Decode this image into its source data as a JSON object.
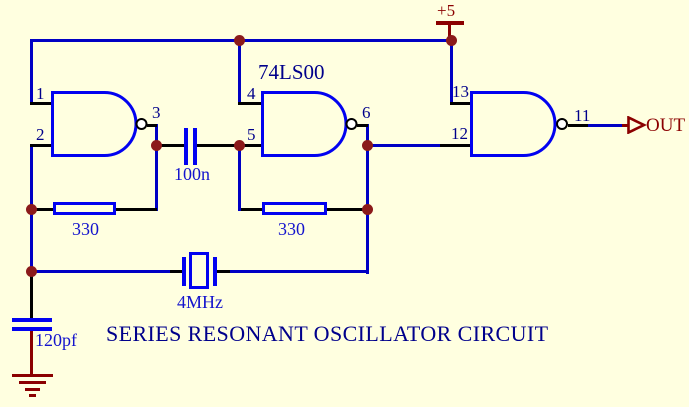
{
  "title": "SERIES RESONANT OSCILLATOR CIRCUIT",
  "chip": {
    "label": "74LS00"
  },
  "power": {
    "label": "+5"
  },
  "out_port": {
    "label": "OUT"
  },
  "pins": {
    "p1": "1",
    "p2": "2",
    "p3": "3",
    "p4": "4",
    "p5": "5",
    "p6": "6",
    "p13": "13",
    "p12": "12",
    "p11": "11"
  },
  "components": {
    "coupling_capacitor": {
      "value": "100n"
    },
    "resistor1": {
      "value": "330"
    },
    "resistor2": {
      "value": "330"
    },
    "crystal": {
      "value": "4MHz"
    },
    "load_capacitor": {
      "value": "120pf"
    }
  },
  "colors": {
    "background": "#FFFFE0",
    "component_blue": "#0202F0",
    "wire_blue": "#0000C4",
    "label_blue": "#1414CD",
    "pin_text_navy": "#00008B",
    "power_out_red": "#8B0000",
    "junction_red": "#8B1A1A",
    "pin_wire_black": "#000000"
  }
}
